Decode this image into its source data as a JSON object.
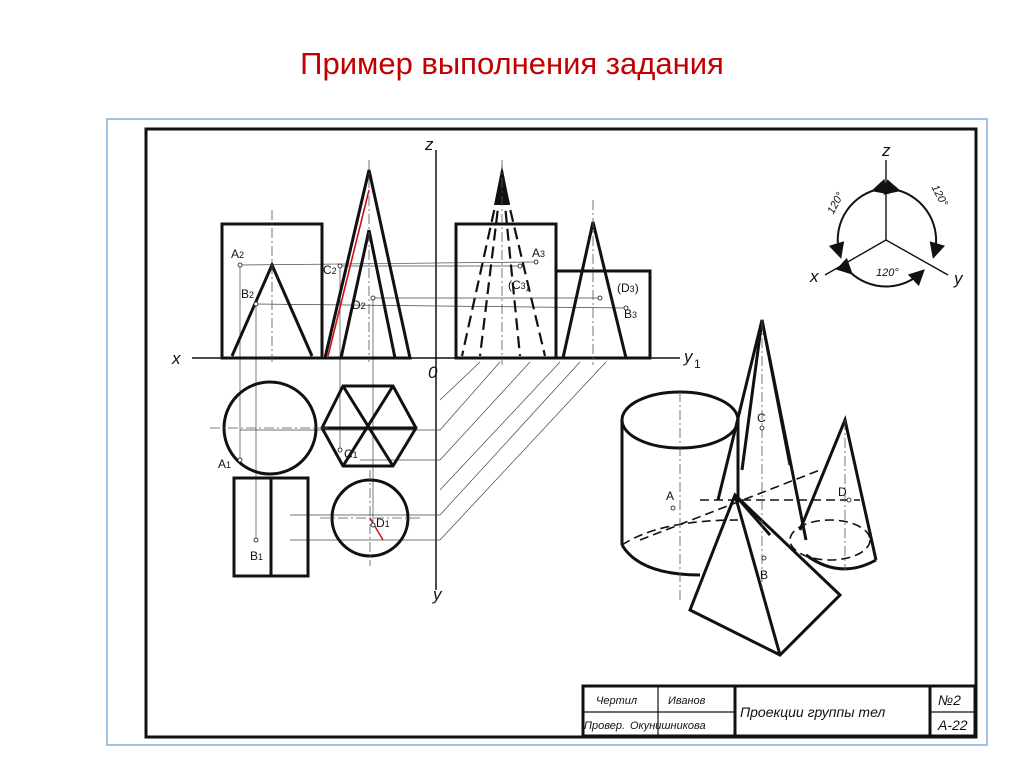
{
  "title": "Пример выполнения задания",
  "colors": {
    "title": "#c00000",
    "frame": "#9ec3ea",
    "accent_line": "#d01010",
    "ink": "#111111"
  },
  "axes": {
    "x": "x",
    "y": "y",
    "z": "z",
    "y1": "y",
    "y1_sub": "1",
    "origin": "0"
  },
  "points": {
    "a2": "A",
    "a2_sub": "2",
    "b2": "B",
    "b2_sub": "2",
    "c2": "C",
    "c2_sub": "2",
    "d2": "D",
    "d2_sub": "2",
    "a3": "A",
    "a3_sub": "3",
    "c3": "(C",
    "c3_sub": "3",
    "c3_tail": ")",
    "d3": "(D",
    "d3_sub": "3",
    "d3_tail": ")",
    "b3": "B",
    "b3_sub": "3",
    "a1": "A",
    "a1_sub": "1",
    "b1": "B",
    "b1_sub": "1",
    "c1": "C",
    "c1_sub": "1",
    "d1": "D",
    "d1_sub": "1",
    "iso_a": "A",
    "iso_b": "B",
    "iso_c": "C",
    "iso_d": "D"
  },
  "axis_diagram": {
    "z": "z",
    "x": "x",
    "y": "y",
    "angle": "120°"
  },
  "title_block": {
    "drew_label": "Чертил",
    "drew_name": "Иванов",
    "checked_label": "Провер.",
    "checked_name": "Окунишникова",
    "drawing_title": "Проекции группы тел",
    "number": "№2",
    "code": "А-22"
  }
}
